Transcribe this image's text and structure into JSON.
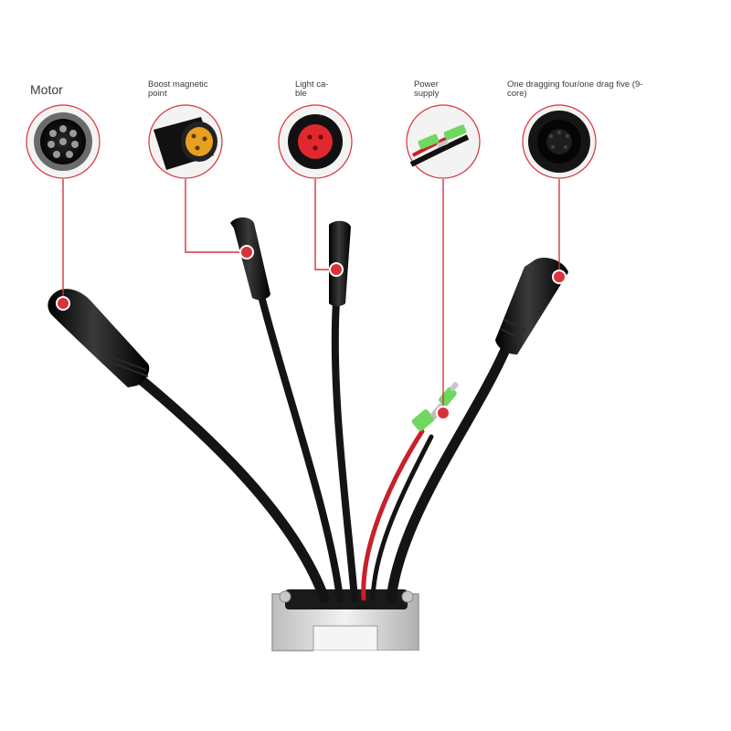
{
  "labels": {
    "motor": "Motor",
    "boost_line1": "Boost magnetic",
    "boost_line2": "point",
    "light_line1": "Light ca-",
    "light_line2": "ble",
    "power_line1": "Power",
    "power_line2": "supply",
    "drag_line1": "One dragging four/one drag five (9-",
    "drag_line2": "core)"
  },
  "colors": {
    "callout": "#d8323a",
    "cable": "#141414",
    "red_wire": "#c8202a",
    "boost_insert": "#e8a020",
    "light_insert": "#e0282e",
    "terminal": "#6ed860",
    "housing": "#d9d9d9"
  },
  "icons": [
    "motor-connector-icon",
    "boost-connector-icon",
    "light-connector-icon",
    "power-terminal-icon",
    "nine-core-connector-icon"
  ]
}
